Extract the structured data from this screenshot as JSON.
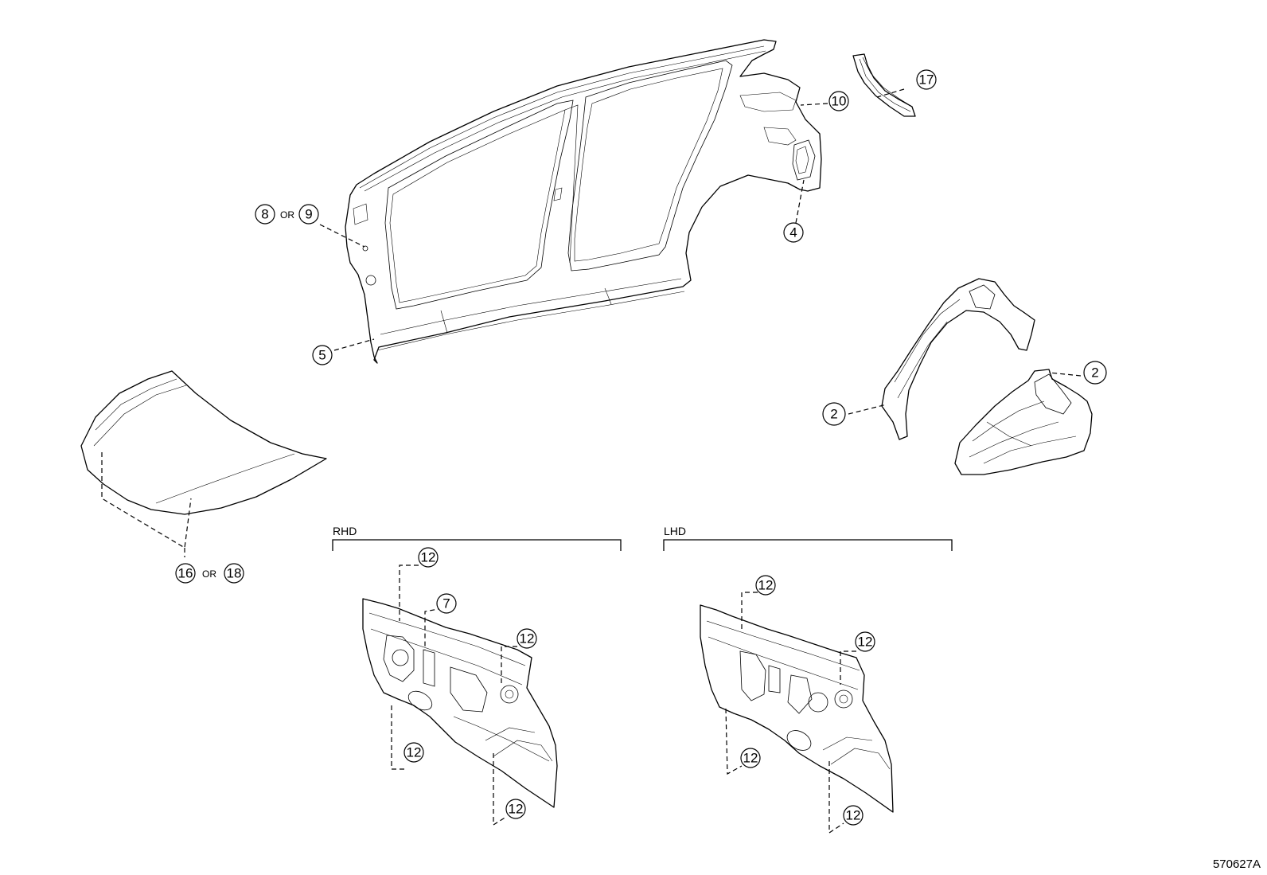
{
  "callouts": {
    "c17": "17",
    "c10": "10",
    "c8": "8",
    "c9": "9",
    "c4": "4",
    "c5": "5",
    "c2a": "2",
    "c2b": "2",
    "c16": "16",
    "c18": "18",
    "rhd_12a": "12",
    "rhd_7": "7",
    "rhd_12b": "12",
    "rhd_12c": "12",
    "rhd_12d": "12",
    "lhd_12a": "12",
    "lhd_12b": "12",
    "lhd_12c": "12",
    "lhd_12d": "12"
  },
  "or_text": {
    "or_8_9": "OR",
    "or_16_18": "OR"
  },
  "groups": {
    "rhd": "RHD",
    "lhd": "LHD"
  },
  "reference_code": "570627A"
}
